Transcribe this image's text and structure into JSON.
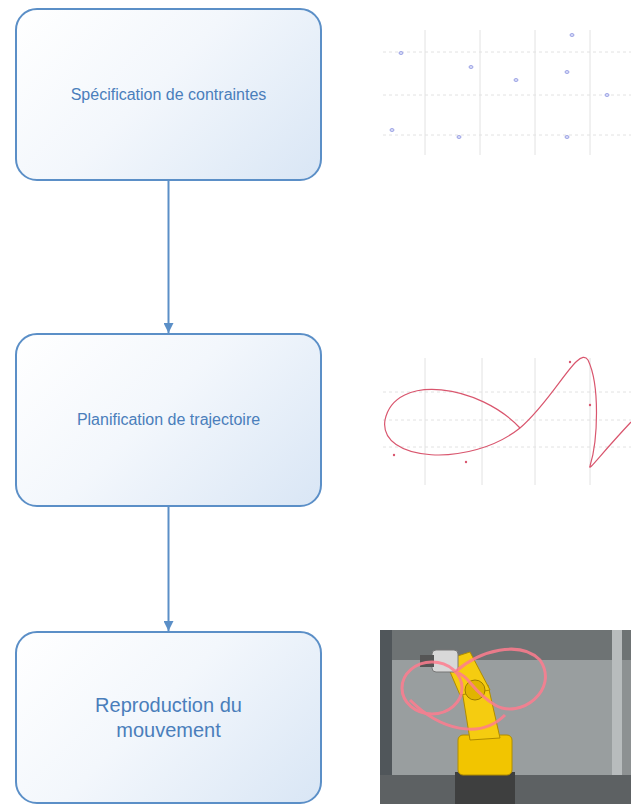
{
  "diagram": {
    "nodes": [
      {
        "text": [
          "Spécification de contraintes"
        ]
      },
      {
        "text": [
          "Planification de trajectoire"
        ]
      },
      {
        "text": [
          "Reproduction du mouvement"
        ]
      }
    ],
    "edges": [
      {
        "from": 0,
        "to": 1,
        "arrow": "to"
      },
      {
        "from": 1,
        "to": 2,
        "arrow": "to"
      }
    ]
  }
}
